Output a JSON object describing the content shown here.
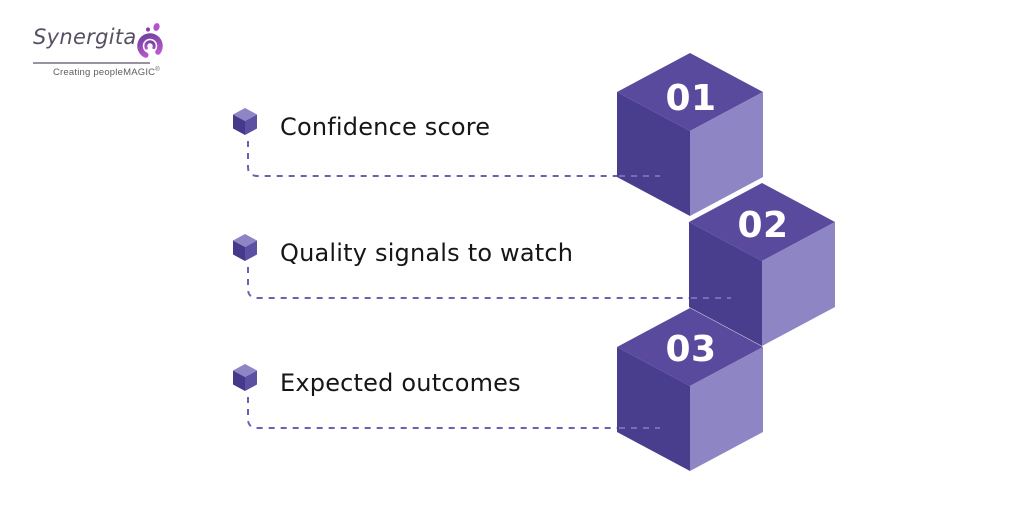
{
  "logo": {
    "brand": "Synergita",
    "tagline": "Creating peopleMAGIC",
    "registered_mark": "®",
    "brand_color": "#575063",
    "icon_gradient": [
      "#6d3c9e",
      "#c75fd6"
    ]
  },
  "items": [
    {
      "label": "Confidence score",
      "number": "01"
    },
    {
      "label": "Quality signals to watch",
      "number": "02"
    },
    {
      "label": "Expected outcomes",
      "number": "03"
    }
  ],
  "cubes": {
    "top_color": "#5a4a9e",
    "left_color": "#493d8e",
    "right_color": "#8e85c5",
    "number_color": "#ffffff"
  },
  "bullet_cube": {
    "top_color": "#8d85c6",
    "left_color": "#46398b",
    "right_color": "#5c50a2"
  },
  "connector": {
    "color": "#6b61b4",
    "faint_color": "#968ece",
    "style": "dashed"
  },
  "text_color": "#161616",
  "background": "#ffffff"
}
